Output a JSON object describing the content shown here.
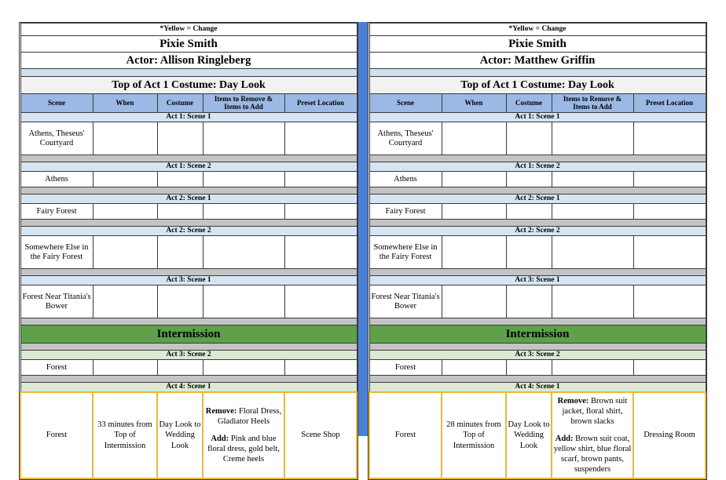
{
  "meta": {
    "divider_color": "#4a7fd4",
    "header_row_color": "#9bb9e4",
    "act_header_blue": "#d6e5f3",
    "act_header_green": "#dce9d5",
    "intermission_color": "#5ea14a",
    "spacer_gray": "#c4c4c4",
    "change_border_color": "#e8b93c"
  },
  "columns": {
    "scene": "Scene",
    "when": "When",
    "costume": "Costume",
    "items": "Items to Remove & Items to Add",
    "items_line1": "Items to Remove &",
    "items_line2": "Items to Add",
    "preset": "Preset Location"
  },
  "panels": [
    {
      "note": "*Yellow = Change",
      "character": "Pixie Smith",
      "actor": "Actor: Allison Ringleberg",
      "title": "Top of Act 1 Costume: Day Look",
      "intermission": "Intermission",
      "sections": [
        {
          "act": "Act 1: Scene 1",
          "shade": "blue",
          "rows": [
            {
              "scene": "Athens, Theseus' Courtyard",
              "when": "",
              "costume": "",
              "items": "",
              "preset": "",
              "tall": true,
              "change": false
            }
          ]
        },
        {
          "act": "Act 1: Scene 2",
          "shade": "blue",
          "rows": [
            {
              "scene": "Athens",
              "when": "",
              "costume": "",
              "items": "",
              "preset": "",
              "tall": false,
              "change": false
            }
          ]
        },
        {
          "act": "Act 2: Scene 1",
          "shade": "blue",
          "rows": [
            {
              "scene": "Fairy Forest",
              "when": "",
              "costume": "",
              "items": "",
              "preset": "",
              "tall": false,
              "change": false
            }
          ]
        },
        {
          "act": "Act 2: Scene 2",
          "shade": "blue",
          "rows": [
            {
              "scene": "Somewhere Else in the Fairy Forest",
              "when": "",
              "costume": "",
              "items": "",
              "preset": "",
              "tall": true,
              "change": false
            }
          ]
        },
        {
          "act": "Act 3: Scene 1",
          "shade": "blue",
          "rows": [
            {
              "scene": "Forest Near Titania's Bower",
              "when": "",
              "costume": "",
              "items": "",
              "preset": "",
              "tall": true,
              "change": false
            }
          ]
        },
        {
          "act": "Act 3: Scene 2",
          "shade": "green",
          "rows": [
            {
              "scene": "Forest",
              "when": "",
              "costume": "",
              "items": "",
              "preset": "",
              "tall": false,
              "change": false
            }
          ]
        },
        {
          "act": "Act 4: Scene 1",
          "shade": "green",
          "rows": [
            {
              "scene": "Forest",
              "when": "33 minutes from Top of Intermission",
              "costume": "Day Look to Wedding Look",
              "remove_label": "Remove",
              "remove": "Floral Dress, Gladiator Heels",
              "add_label": "Add",
              "add": "Pink and blue floral dress, gold belt, Creme heels",
              "preset": "Scene Shop",
              "tall": false,
              "change": true
            }
          ]
        }
      ]
    },
    {
      "note": "*Yellow = Change",
      "character": "Pixie Smith",
      "actor": "Actor: Matthew Griffin",
      "title": "Top of Act 1 Costume: Day Look",
      "intermission": "Intermission",
      "sections": [
        {
          "act": "Act 1: Scene 1",
          "shade": "blue",
          "rows": [
            {
              "scene": "Athens, Theseus' Courtyard",
              "when": "",
              "costume": "",
              "items": "",
              "preset": "",
              "tall": true,
              "change": false
            }
          ]
        },
        {
          "act": "Act 1: Scene 2",
          "shade": "blue",
          "rows": [
            {
              "scene": "Athens",
              "when": "",
              "costume": "",
              "items": "",
              "preset": "",
              "tall": false,
              "change": false
            }
          ]
        },
        {
          "act": "Act 2: Scene 1",
          "shade": "blue",
          "rows": [
            {
              "scene": "Fairy Forest",
              "when": "",
              "costume": "",
              "items": "",
              "preset": "",
              "tall": false,
              "change": false
            }
          ]
        },
        {
          "act": "Act 2: Scene 2",
          "shade": "blue",
          "rows": [
            {
              "scene": "Somewhere Else in the Fairy Forest",
              "when": "",
              "costume": "",
              "items": "",
              "preset": "",
              "tall": true,
              "change": false
            }
          ]
        },
        {
          "act": "Act 3: Scene 1",
          "shade": "blue",
          "rows": [
            {
              "scene": "Forest Near Titania's Bower",
              "when": "",
              "costume": "",
              "items": "",
              "preset": "",
              "tall": true,
              "change": false
            }
          ]
        },
        {
          "act": "Act 3: Scene 2",
          "shade": "green",
          "rows": [
            {
              "scene": "Forest",
              "when": "",
              "costume": "",
              "items": "",
              "preset": "",
              "tall": false,
              "change": false
            }
          ]
        },
        {
          "act": "Act 4: Scene 1",
          "shade": "green",
          "rows": [
            {
              "scene": "Forest",
              "when": "28 minutes from Top of Intermission",
              "costume": "Day Look to Wedding Look",
              "remove_label": "Remove",
              "remove": "Brown suit jacket, floral shirt, brown slacks",
              "add_label": "Add",
              "add": "Brown suit coat, yellow shirt, blue floral scarf, brown pants, suspenders",
              "preset": "Dressing Room",
              "tall": false,
              "change": true
            }
          ]
        }
      ]
    }
  ]
}
